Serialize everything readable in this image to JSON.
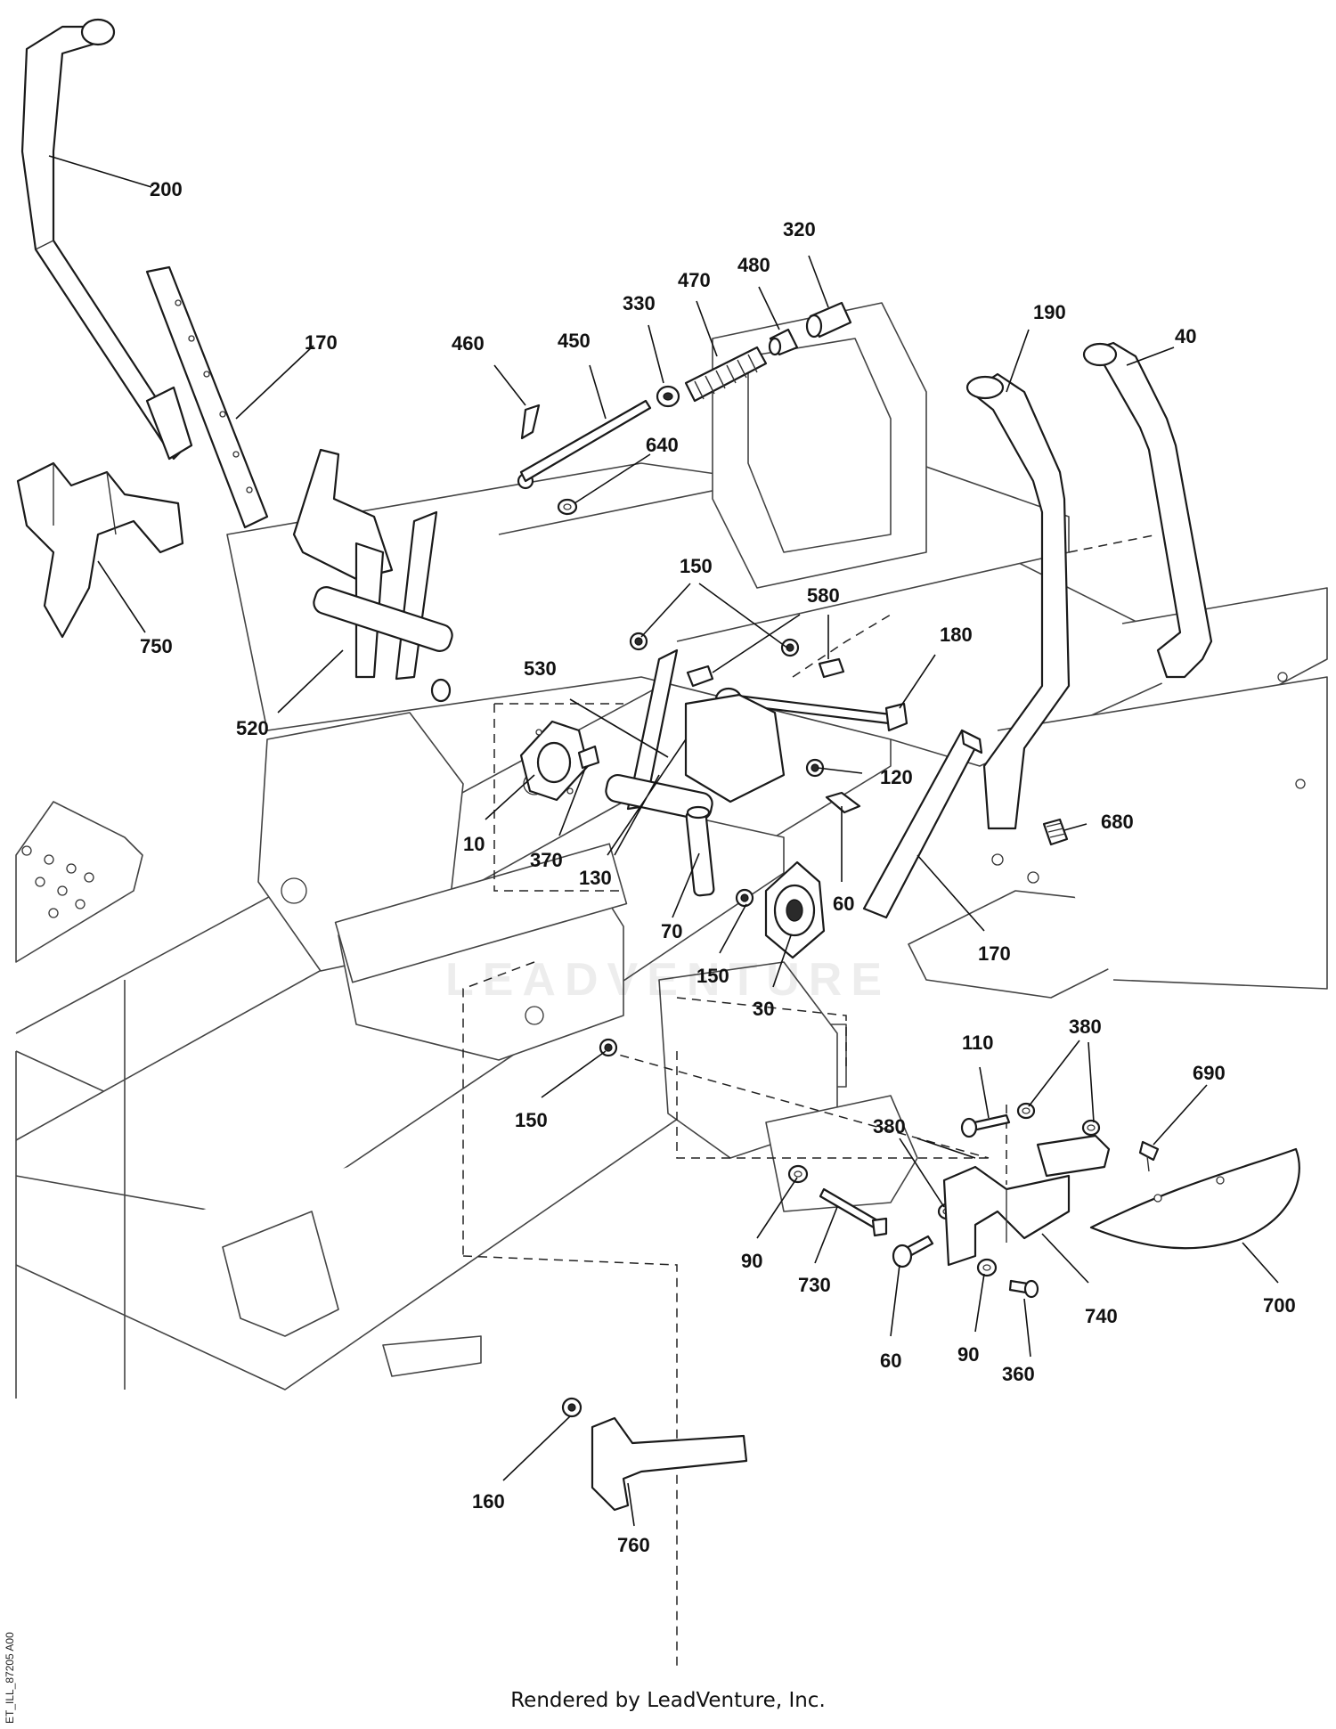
{
  "footer": {
    "text": "Rendered by LeadVenture, Inc."
  },
  "doc_id": "ET_ILL_87205 A00",
  "watermark": {
    "text": "LEADVENTURE"
  },
  "callouts": [
    {
      "label": "200"
    },
    {
      "label": "170"
    },
    {
      "label": "750"
    },
    {
      "label": "520"
    },
    {
      "label": "460"
    },
    {
      "label": "450"
    },
    {
      "label": "330"
    },
    {
      "label": "470"
    },
    {
      "label": "480"
    },
    {
      "label": "320"
    },
    {
      "label": "640"
    },
    {
      "label": "190"
    },
    {
      "label": "40"
    },
    {
      "label": "150"
    },
    {
      "label": "580"
    },
    {
      "label": "180"
    },
    {
      "label": "530"
    },
    {
      "label": "120"
    },
    {
      "label": "680"
    },
    {
      "label": "10"
    },
    {
      "label": "370"
    },
    {
      "label": "130"
    },
    {
      "label": "70"
    },
    {
      "label": "60"
    },
    {
      "label": "150"
    },
    {
      "label": "30"
    },
    {
      "label": "170"
    },
    {
      "label": "150"
    },
    {
      "label": "110"
    },
    {
      "label": "380"
    },
    {
      "label": "690"
    },
    {
      "label": "380"
    },
    {
      "label": "90"
    },
    {
      "label": "730"
    },
    {
      "label": "740"
    },
    {
      "label": "700"
    },
    {
      "label": "60"
    },
    {
      "label": "90"
    },
    {
      "label": "360"
    },
    {
      "label": "160"
    },
    {
      "label": "760"
    }
  ]
}
